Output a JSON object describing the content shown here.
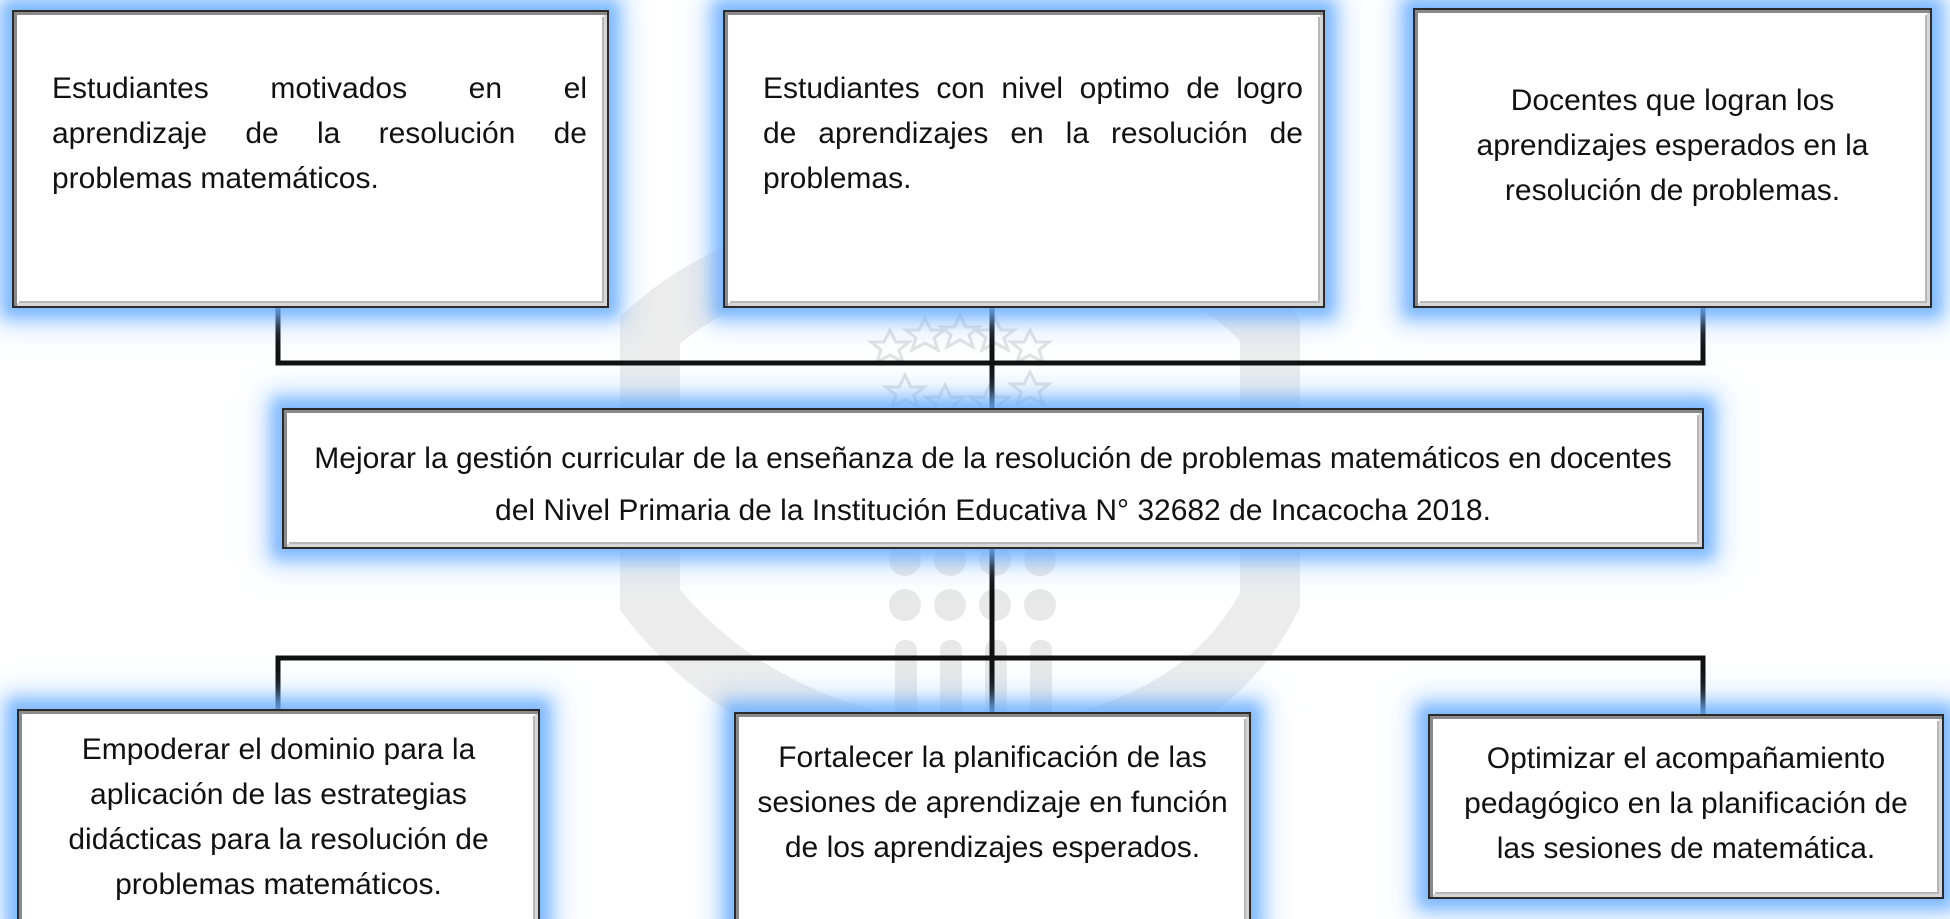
{
  "diagram": {
    "effects": [
      "Estudiantes motivados en el aprendizaje de la resolución de problemas matemáticos.",
      "Estudiantes con nivel optimo de logro de aprendizajes en la resolución de problemas.",
      "Docentes que logran los aprendizajes esperados en la resolución de problemas."
    ],
    "objective": "Mejorar la gestión curricular de la enseñanza de la resolución de problemas matemáticos en docentes del Nivel Primaria de la Institución Educativa N° 32682 de Incacocha 2018.",
    "means": [
      "Empoderar el dominio para la aplicación de las estrategias didácticas para la resolución de problemas matemáticos.",
      "Fortalecer la planificación de las sesiones de aprendizaje en función de los aprendizajes esperados.",
      "Optimizar el acompañamiento pedagógico en la planificación de las sesiones de matemática."
    ],
    "colors": {
      "glow": "#64aaff",
      "connector": "#111111",
      "watermark": "#e6e6e6"
    }
  }
}
